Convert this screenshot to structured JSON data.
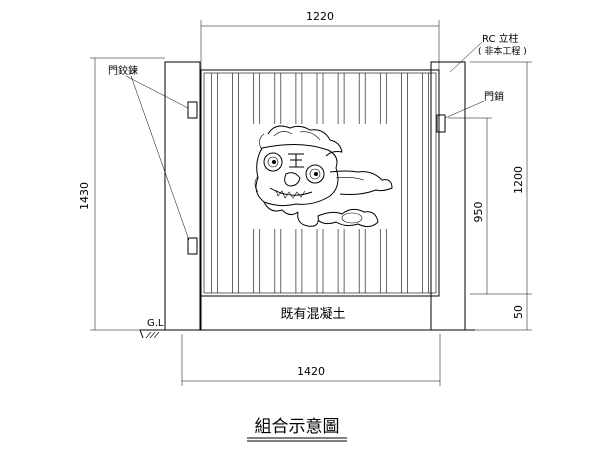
{
  "title": "組合示意圖",
  "labels": {
    "hinge": "門鉸鍊",
    "rc_post": "RC 立柱",
    "rc_post_note": "( 非本工程 )",
    "latch": "門銷",
    "concrete": "既有混凝土",
    "ground": "G.L"
  },
  "dimensions": {
    "top_width": "1220",
    "bottom_width": "1420",
    "total_height": "1430",
    "gate_height": "1200",
    "latch_height": "950",
    "base_height": "50"
  },
  "colors": {
    "line": "#000000",
    "background": "#ffffff"
  }
}
